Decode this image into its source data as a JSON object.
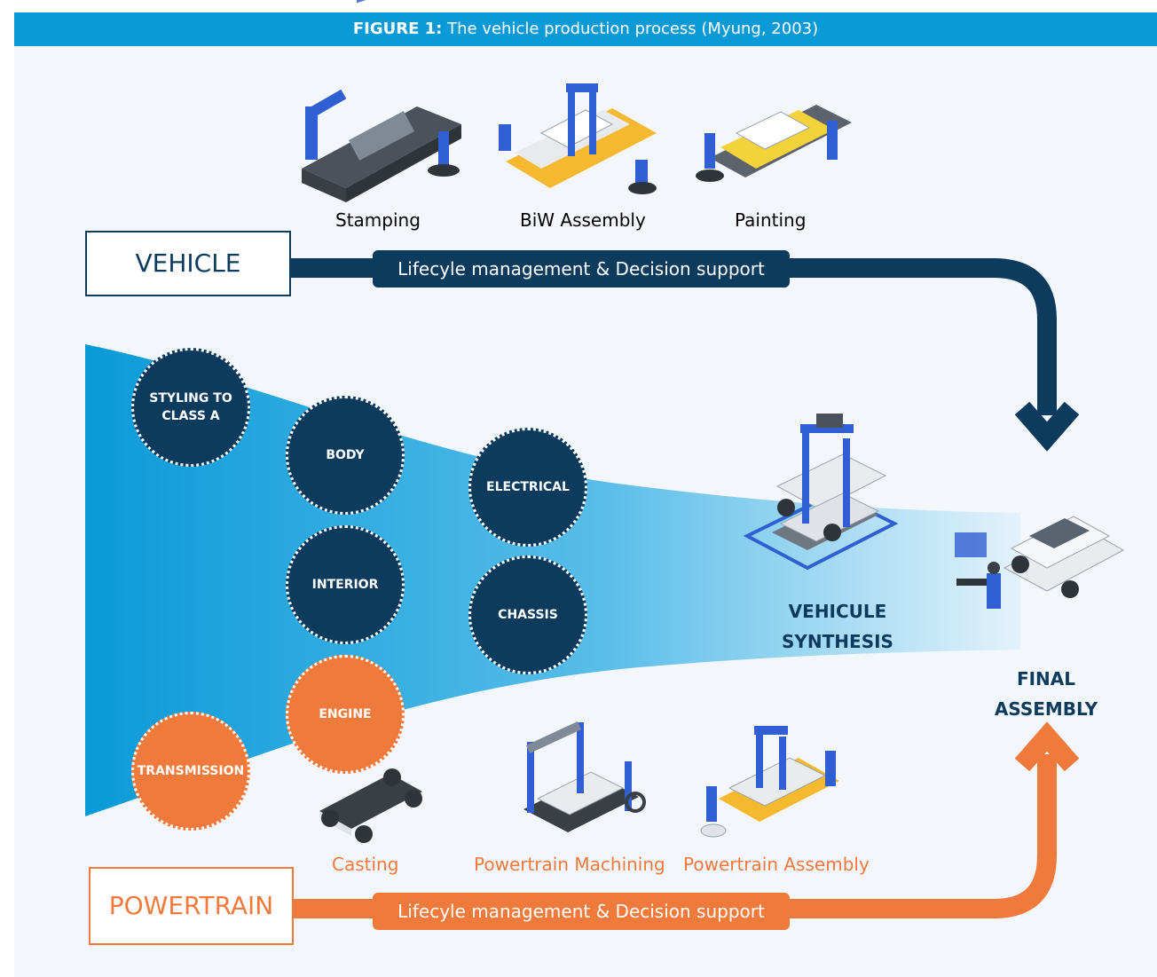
{
  "figure": {
    "label": "FIGURE 1:",
    "title": "The vehicle production process (Myung, 2003)"
  },
  "vehicle": {
    "box_label": "VEHICLE",
    "bar_label": "Lifecyle management & Decision support",
    "color": "#0d3b5e",
    "stages": [
      "Stamping",
      "BiW Assembly",
      "Painting"
    ]
  },
  "powertrain": {
    "box_label": "POWERTRAIN",
    "bar_label": "Lifecyle management & Decision support",
    "color": "#f07a3c",
    "stages": [
      "Casting",
      "Powertrain Machining",
      "Powertrain Assembly"
    ]
  },
  "circles": {
    "styling": "STYLING TO CLASS A",
    "body": "BODY",
    "electrical": "ELECTRICAL",
    "interior": "INTERIOR",
    "chassis": "CHASSIS",
    "engine": "ENGINE",
    "transmission": "TRANSMISSION"
  },
  "synthesis": {
    "line1": "VEHICULE",
    "line2": "SYNTHESIS"
  },
  "final_assembly": {
    "line1": "FINAL",
    "line2": "ASSEMBLY"
  },
  "colors": {
    "accent_blue": "#0a9ad8",
    "navy": "#0d3b5e",
    "orange": "#f07a3c",
    "robot_blue": "#2f5fd0"
  }
}
